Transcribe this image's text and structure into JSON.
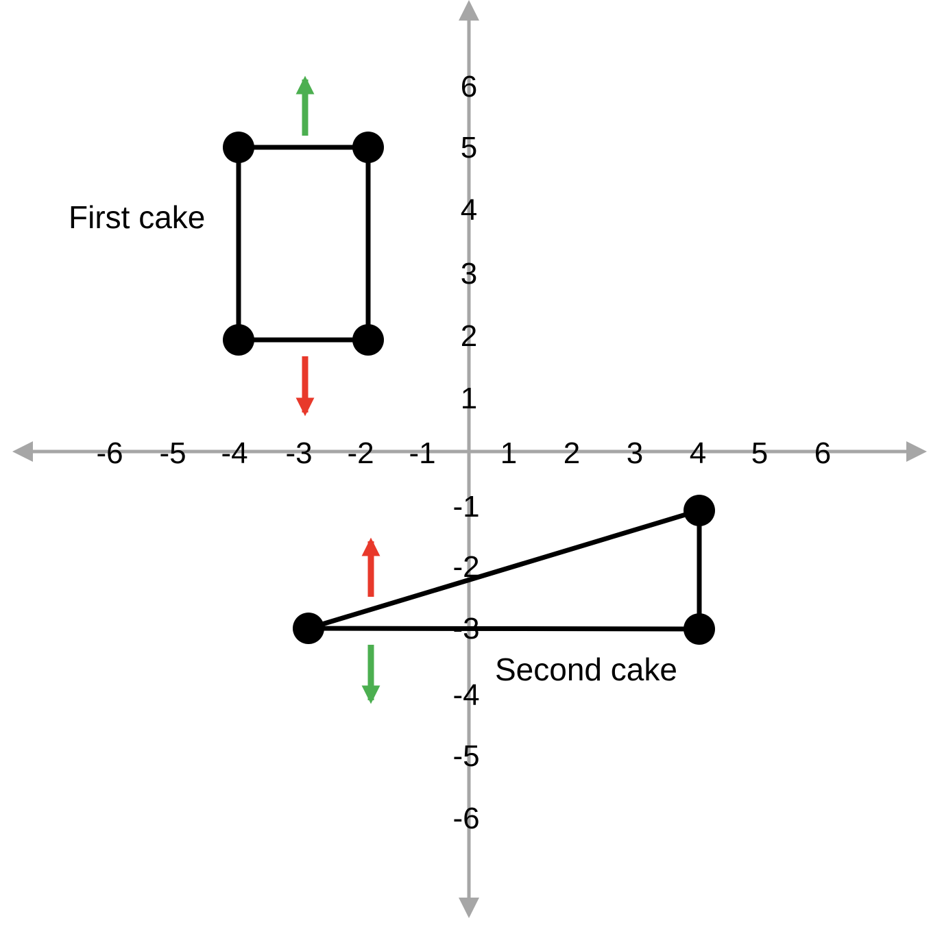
{
  "axes": {
    "x_ticks": [
      "-6",
      "-5",
      "-4",
      "-3",
      "-2",
      "-1",
      "1",
      "2",
      "3",
      "4",
      "5",
      "6"
    ],
    "y_ticks": [
      "6",
      "5",
      "4",
      "3",
      "2",
      "1",
      "-1",
      "-2",
      "-3",
      "-4",
      "-5",
      "-6"
    ],
    "color": "#a6a6a6"
  },
  "shapes": {
    "first_cake": {
      "label": "First cake",
      "vertices": [
        [
          -4,
          5
        ],
        [
          -2,
          5
        ],
        [
          -2,
          2
        ],
        [
          -4,
          2
        ]
      ]
    },
    "second_cake": {
      "label": "Second cake",
      "vertices": [
        [
          -3,
          -3
        ],
        [
          4,
          -1
        ],
        [
          4,
          -3
        ]
      ]
    }
  },
  "arrows": [
    {
      "name": "first-cake-up-arrow",
      "color": "#4caf50",
      "direction": "up"
    },
    {
      "name": "first-cake-down-arrow",
      "color": "#e8392b",
      "direction": "down"
    },
    {
      "name": "second-cake-up-arrow",
      "color": "#e8392b",
      "direction": "up"
    },
    {
      "name": "second-cake-down-arrow",
      "color": "#4caf50",
      "direction": "down"
    }
  ]
}
